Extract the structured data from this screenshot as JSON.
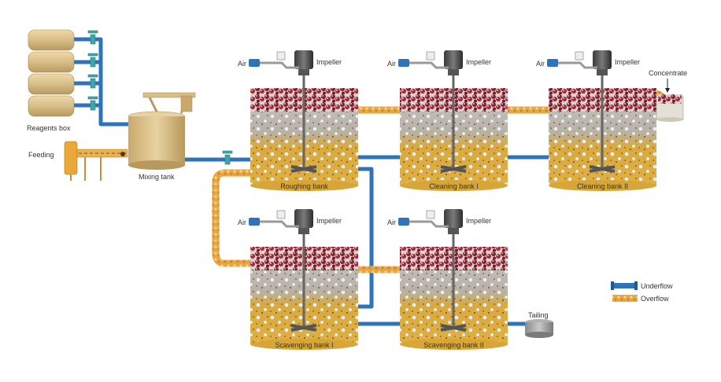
{
  "labels": {
    "reagents_box": "Reagents box",
    "feeding": "Feeding",
    "mixing_tank": "Mixing tank",
    "air": "Air",
    "impeller": "Impeller",
    "concentrate": "Concentrate",
    "tailing": "Tailing"
  },
  "tanks": [
    {
      "id": "roughing",
      "label": "Roughing bank"
    },
    {
      "id": "cleaning1",
      "label": "Cleaning bank I"
    },
    {
      "id": "cleaning2",
      "label": "Cleaning bank II"
    },
    {
      "id": "scavenging1",
      "label": "Scavenging bank I"
    },
    {
      "id": "scavenging2",
      "label": "Scavenging bank II"
    }
  ],
  "legend": {
    "underflow": "Underflow",
    "overflow": "Overflow"
  },
  "colors": {
    "underflow_pipe": "#2f74b8",
    "overflow_pipe": "#e8a640",
    "slurry": "#dca83a",
    "froth": "#8c1d2c",
    "reagent_drum": "#d8bf8a",
    "valve": "#3fa6a8"
  }
}
